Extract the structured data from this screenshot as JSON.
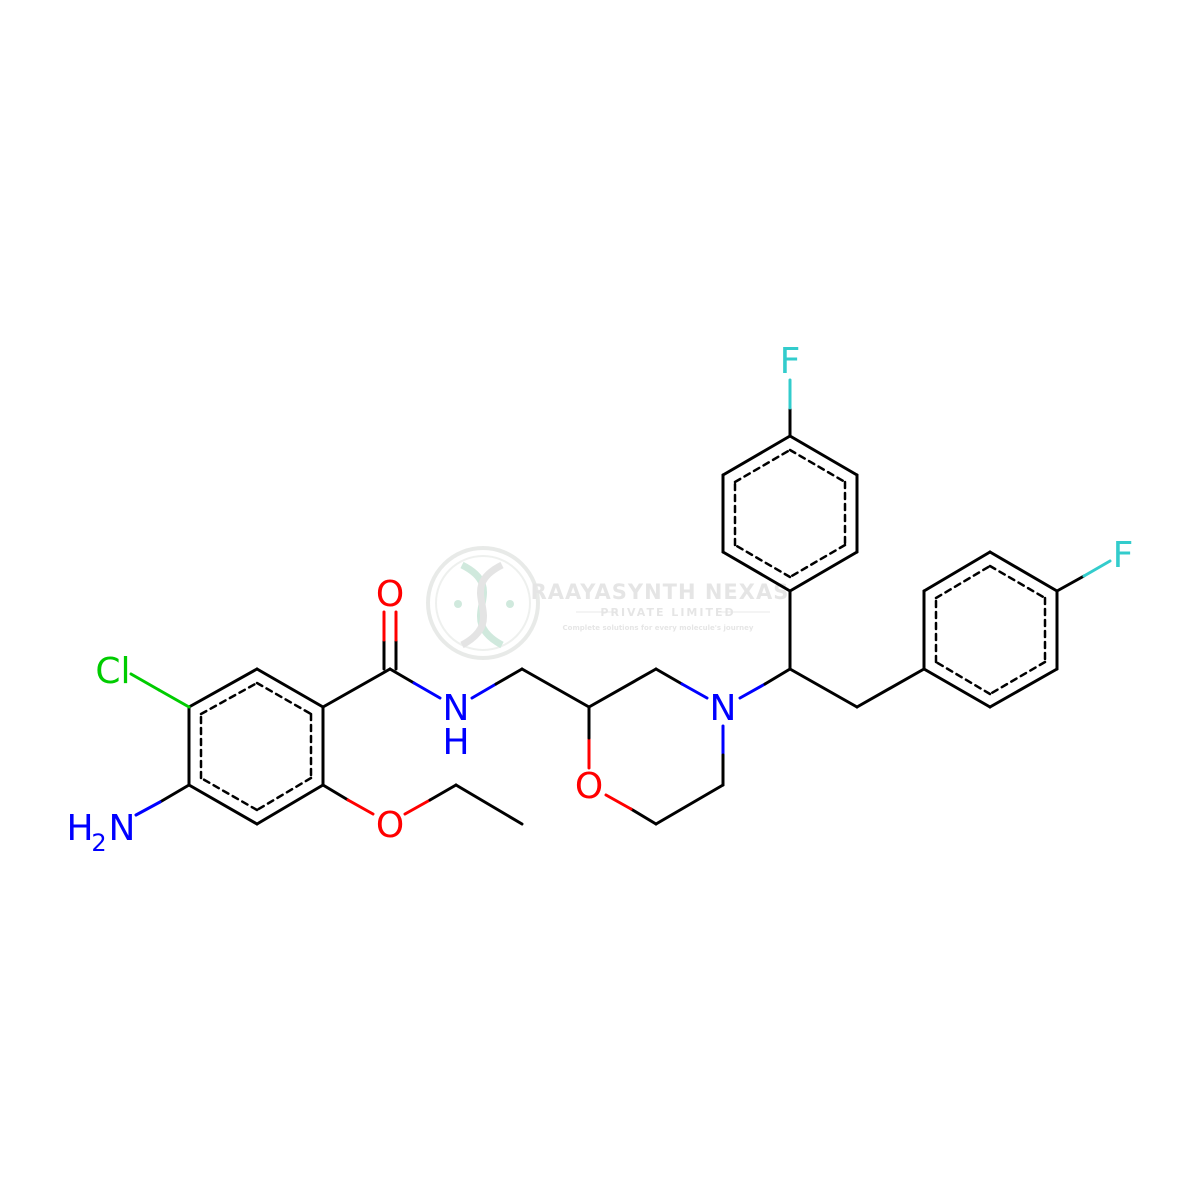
{
  "molecule": {
    "atom_labels": {
      "cl": "Cl",
      "nh2_n": "N",
      "nh2_h": "H",
      "nh2_sub": "2",
      "carbonyl_o": "O",
      "amide_n": "N",
      "amide_h": "H",
      "ether_o": "O",
      "ring_o": "O",
      "ring_n": "N",
      "f_top": "F",
      "f_right": "F"
    },
    "colors": {
      "bond": "#000000",
      "nitrogen": "#0000FF",
      "oxygen": "#FF0000",
      "chlorine": "#00CC00",
      "fluorine": "#33CCCC"
    }
  },
  "watermark": {
    "company": "RAAYASYNTH NEXAS",
    "subtitle": "PRIVATE LIMITED",
    "tagline": "Complete solutions for every molecule's journey",
    "logo_icon": "dna-helix-logo-icon"
  }
}
